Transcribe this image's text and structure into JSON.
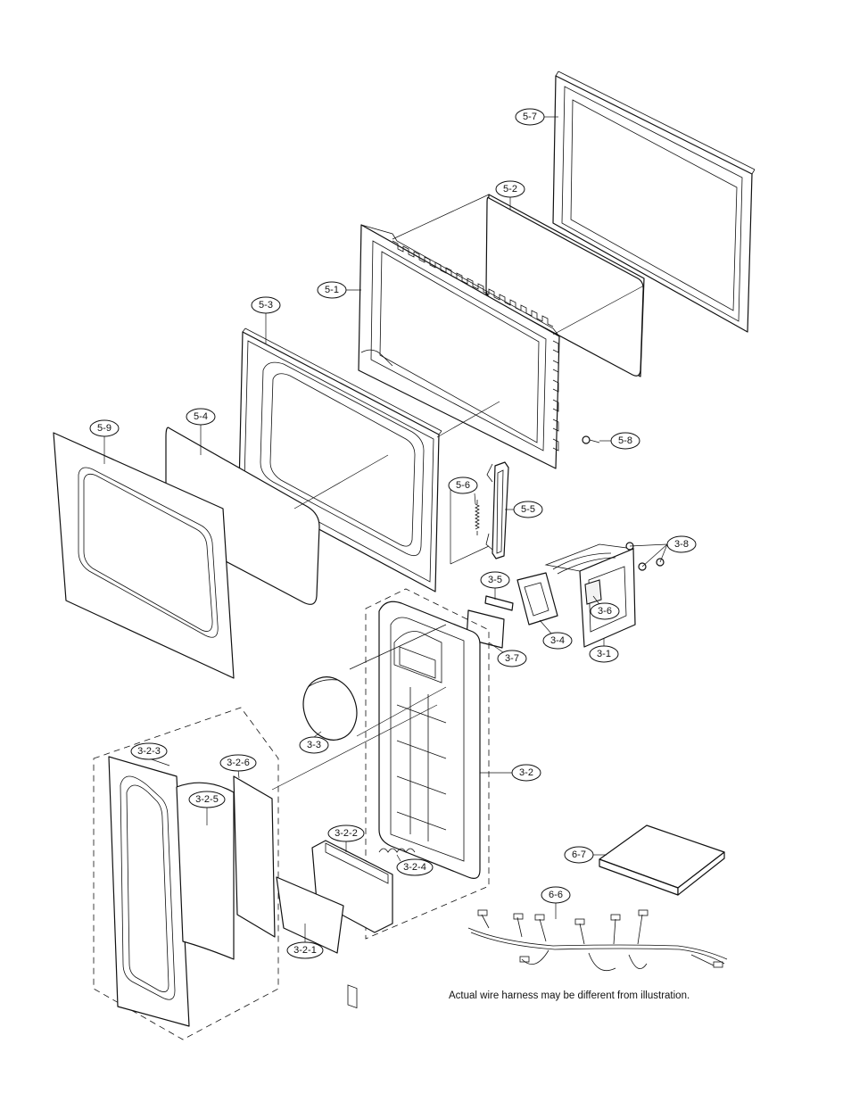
{
  "callouts": {
    "c_5_7": "5-7",
    "c_5_2": "5-2",
    "c_5_1": "5-1",
    "c_5_3": "5-3",
    "c_5_9": "5-9",
    "c_5_4": "5-4",
    "c_5_8": "5-8",
    "c_5_6": "5-6",
    "c_5_5": "5-5",
    "c_3_8": "3-8",
    "c_3_5": "3-5",
    "c_3_6": "3-6",
    "c_3_4": "3-4",
    "c_3_7": "3-7",
    "c_3_1": "3-1",
    "c_3_3": "3-3",
    "c_3_2": "3-2",
    "c_3_2_3": "3-2-3",
    "c_3_2_6": "3-2-6",
    "c_3_2_5": "3-2-5",
    "c_3_2_2": "3-2-2",
    "c_3_2_4": "3-2-4",
    "c_3_2_1": "3-2-1",
    "c_6_7": "6-7",
    "c_6_6": "6-6"
  },
  "note": "Actual wire harness may be different from illustration."
}
